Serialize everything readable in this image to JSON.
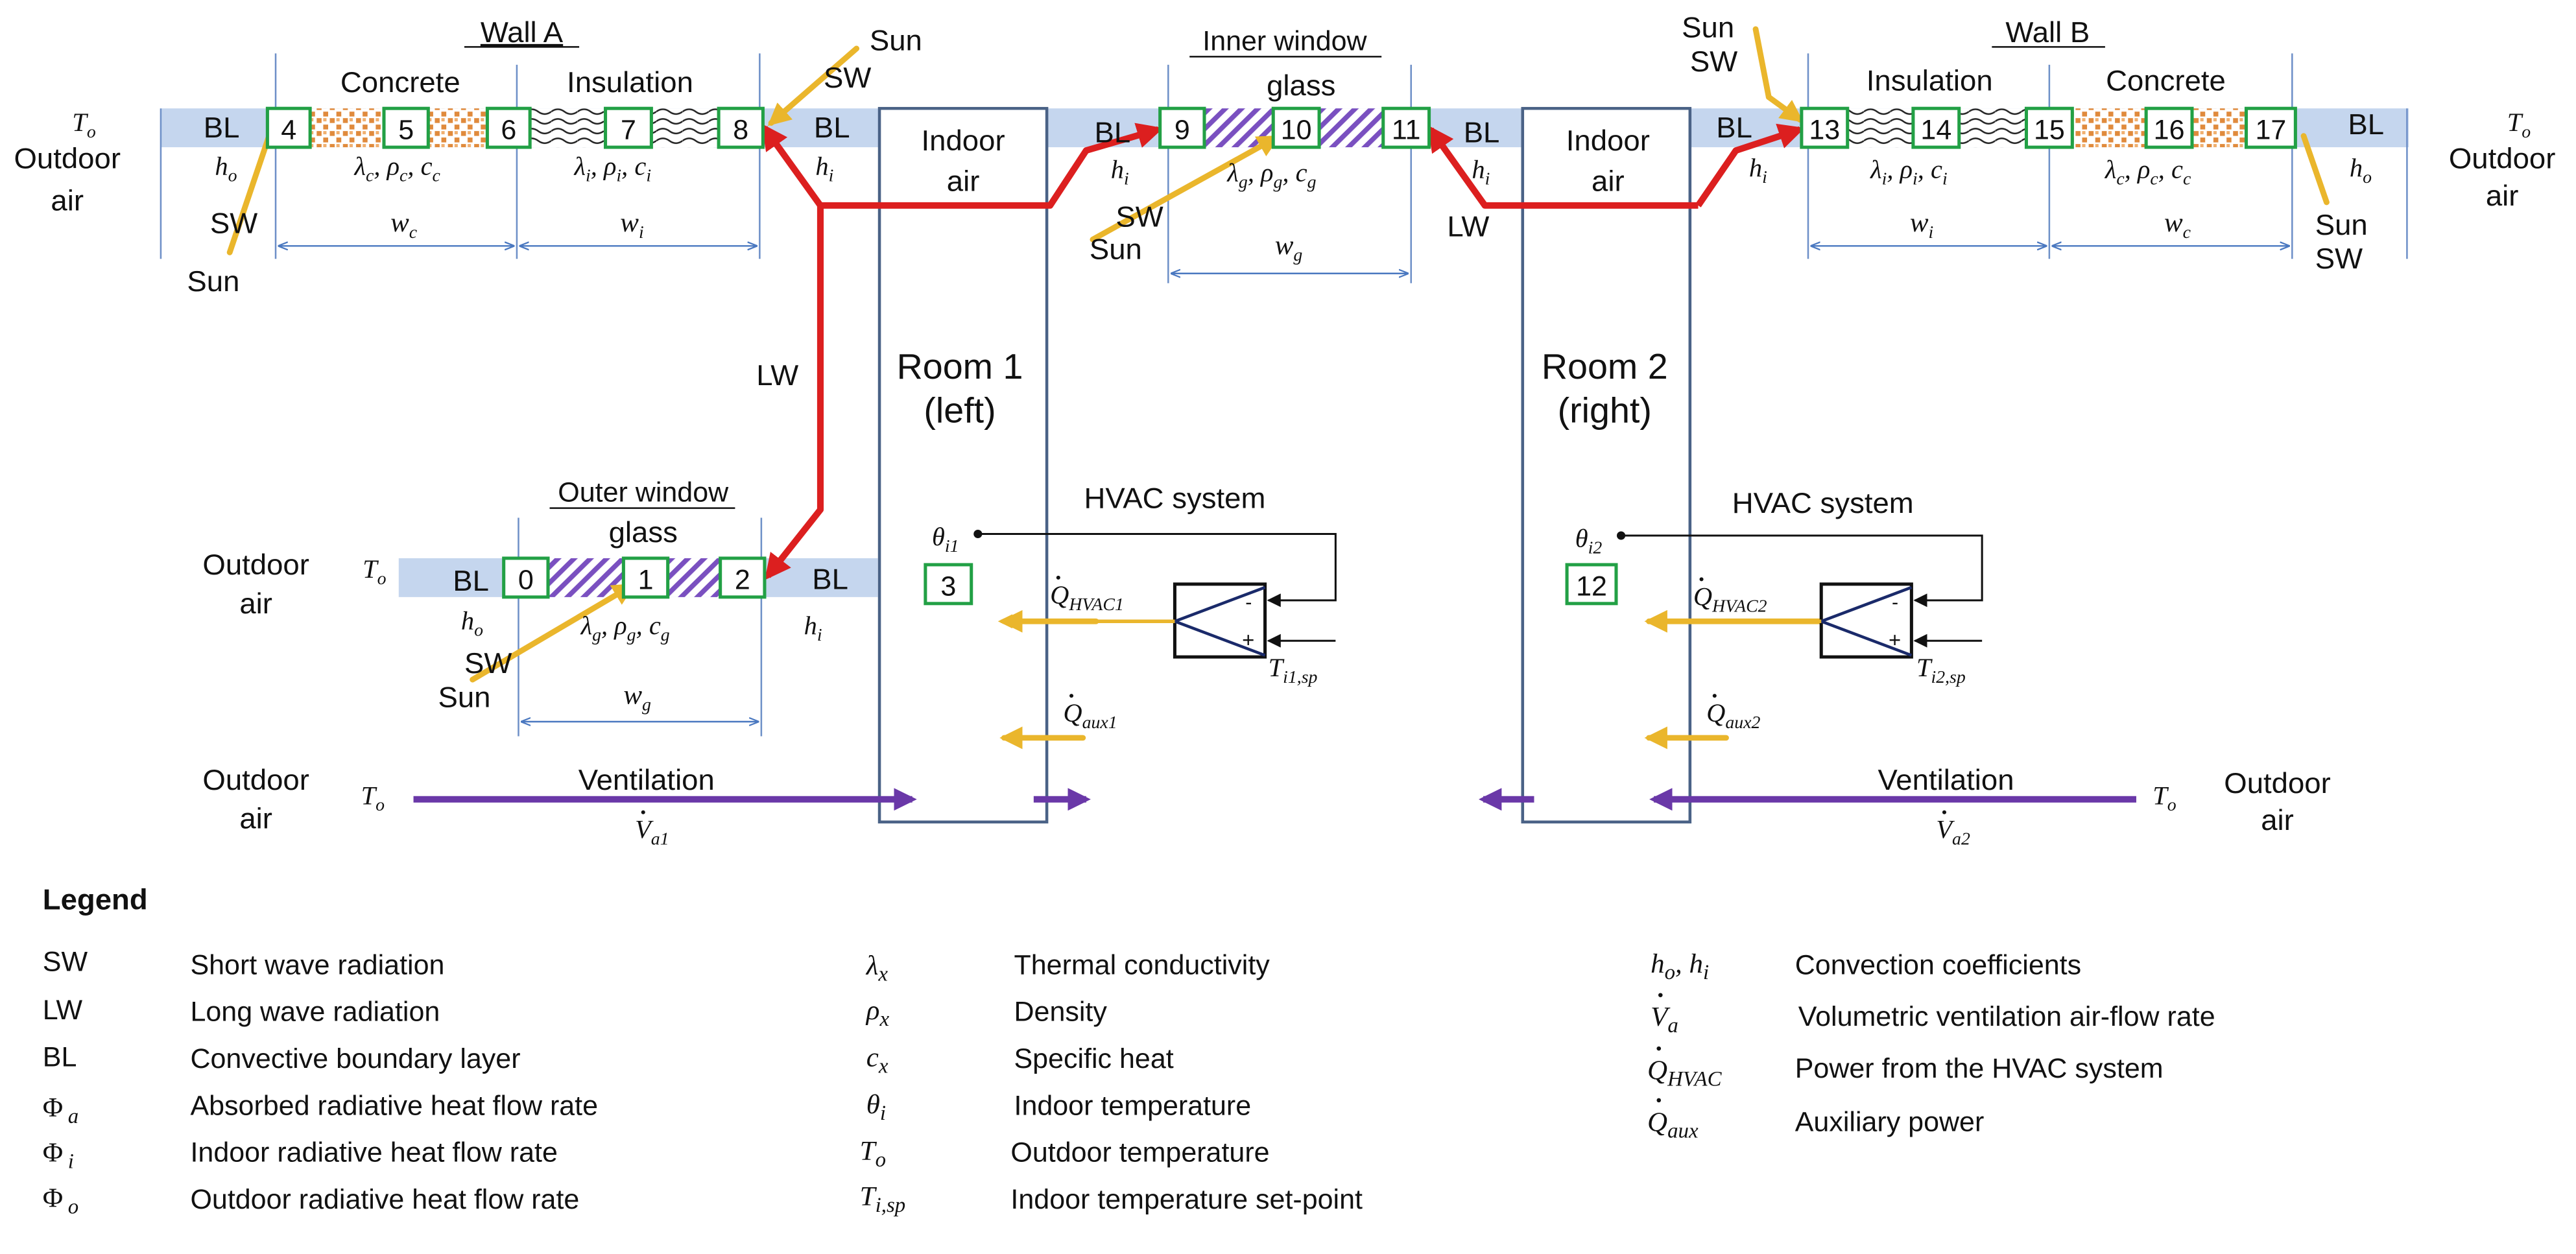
{
  "wall_a": {
    "title": "Wall  A",
    "concrete_label": "Concrete",
    "insulation_label": "Insulation",
    "props_concrete": "λc, ρc, cc",
    "props_insulation": "λi, ρi, ci",
    "width_concrete": "wc",
    "width_insulation": "wi"
  },
  "wall_b": {
    "title": "Wall  B",
    "insulation_label": "Insulation",
    "concrete_label": "Concrete",
    "props_insulation": "λi, ρi, ci",
    "props_concrete": "λc, ρc, cc",
    "width_insulation": "wi",
    "width_concrete": "wc"
  },
  "inner_window": {
    "title": "Inner  window",
    "material": "glass",
    "props": "λg, ρg, cg",
    "width": "wg"
  },
  "outer_window": {
    "title": "Outer window",
    "material": "glass",
    "props": "λg, ρg, cg",
    "width": "wg"
  },
  "nodes": [
    "0",
    "1",
    "2",
    "3",
    "4",
    "5",
    "6",
    "7",
    "8",
    "9",
    "10",
    "11",
    "12",
    "13",
    "14",
    "15",
    "16",
    "17"
  ],
  "labels": {
    "bl": "BL",
    "sun": "Sun",
    "sw": "SW",
    "lw": "LW",
    "outdoor": "Outdoor",
    "air": "air",
    "indoor": "Indoor",
    "t_o": "To",
    "h_o": "ho",
    "h_i": "hi",
    "ventilation": "Ventilation"
  },
  "room1": {
    "title": "Room 1",
    "subtitle": "(left)",
    "theta": "θi1",
    "hvac_title": "HVAC system",
    "q_hvac": "QHVAC1",
    "q_aux": "Qaux1",
    "t_sp": "Ti1,sp",
    "v_flow": "Va1"
  },
  "room2": {
    "title": "Room 2",
    "subtitle": "(right)",
    "theta": "θi2",
    "hvac_title": "HVAC system",
    "q_hvac": "QHVAC2",
    "q_aux": "Qaux2",
    "t_sp": "Ti2,sp",
    "v_flow": "Va2"
  },
  "legend": {
    "title": "Legend",
    "col1": [
      {
        "symbol": "SW",
        "text": "Short wave radiation"
      },
      {
        "symbol": "LW",
        "text": "Long wave radiation"
      },
      {
        "symbol": "BL",
        "text": "Convective boundary layer"
      },
      {
        "symbol": "Φa",
        "text": "Absorbed radiative heat flow rate"
      },
      {
        "symbol": "Φi",
        "text": "Indoor radiative heat flow rate"
      },
      {
        "symbol": "Φo",
        "text": "Outdoor radiative heat flow rate"
      }
    ],
    "col2": [
      {
        "symbol": "λx",
        "text": "Thermal conductivity"
      },
      {
        "symbol": "ρx",
        "text": "Density"
      },
      {
        "symbol": "cx",
        "text": "Specific heat"
      },
      {
        "symbol": "θi",
        "text": "Indoor temperature"
      },
      {
        "symbol": "To",
        "text": "Outdoor temperature"
      },
      {
        "symbol": "Ti,sp",
        "text": "Indoor temperature set-point"
      }
    ],
    "col3": [
      {
        "symbol": "ho, hi",
        "text": "Convection coefficients"
      },
      {
        "symbol": "Va",
        "text": "Volumetric ventilation air-flow rate"
      },
      {
        "symbol": "QHVAC",
        "text": "Power from the HVAC system"
      },
      {
        "symbol": "Qaux",
        "text": "Auxiliary power"
      }
    ]
  },
  "colors": {
    "bl_band": "#c5d6ee",
    "node_border": "#22a045",
    "sun_ray": "#eab62c",
    "lw_ray": "#dc1f1f",
    "ventilation": "#6a38a8",
    "room_border": "#4a6286",
    "dim_line": "#4a78c0",
    "concrete_dot": "#e08a3c",
    "glass_hatch": "#7a50c0"
  }
}
